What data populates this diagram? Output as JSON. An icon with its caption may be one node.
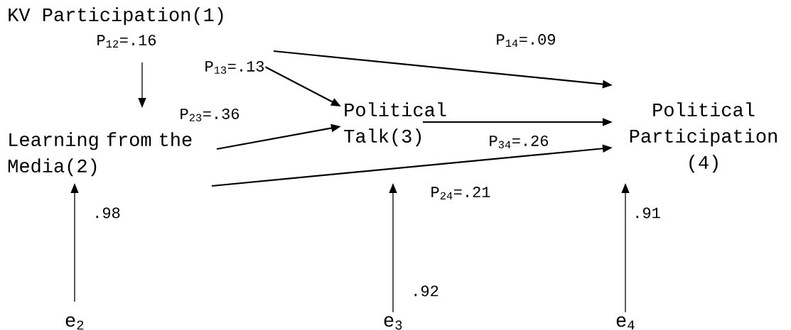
{
  "diagram": {
    "nodes": [
      {
        "text": [
          "KV Participation(1)"
        ]
      },
      {
        "text": [
          "Learning from the Media(2)"
        ]
      },
      {
        "text": [
          "Political Talk(3)"
        ]
      },
      {
        "text": [
          "Political Participation (4)"
        ]
      },
      {
        "text": [
          "e$_{2}$"
        ]
      },
      {
        "text": [
          "e$_{3}$"
        ]
      },
      {
        "text": [
          "e$_{4}$"
        ]
      }
    ],
    "edges": [
      {
        "from": 0,
        "to": 1,
        "arrow": "to",
        "label": "P$_{12}$=.16"
      },
      {
        "from": 0,
        "to": 2,
        "arrow": "to",
        "label": "P$_{13}$=.13"
      },
      {
        "from": 0,
        "to": 3,
        "arrow": "to",
        "label": "P$_{14}$=.09"
      },
      {
        "from": 1,
        "to": 2,
        "arrow": "to",
        "label": "P$_{23}$=.36"
      },
      {
        "from": 2,
        "to": 3,
        "arrow": "to",
        "label": "P$_{34}$=.26"
      },
      {
        "from": 1,
        "to": 3,
        "arrow": "to",
        "label": "P$_{24}$=.21"
      },
      {
        "from": 4,
        "to": 1,
        "arrow": "to",
        "label": ".98"
      },
      {
        "from": 5,
        "to": 2,
        "arrow": "to",
        "label": ".92"
      },
      {
        "from": 6,
        "to": 3,
        "arrow": "to",
        "label": ".91"
      }
    ]
  }
}
